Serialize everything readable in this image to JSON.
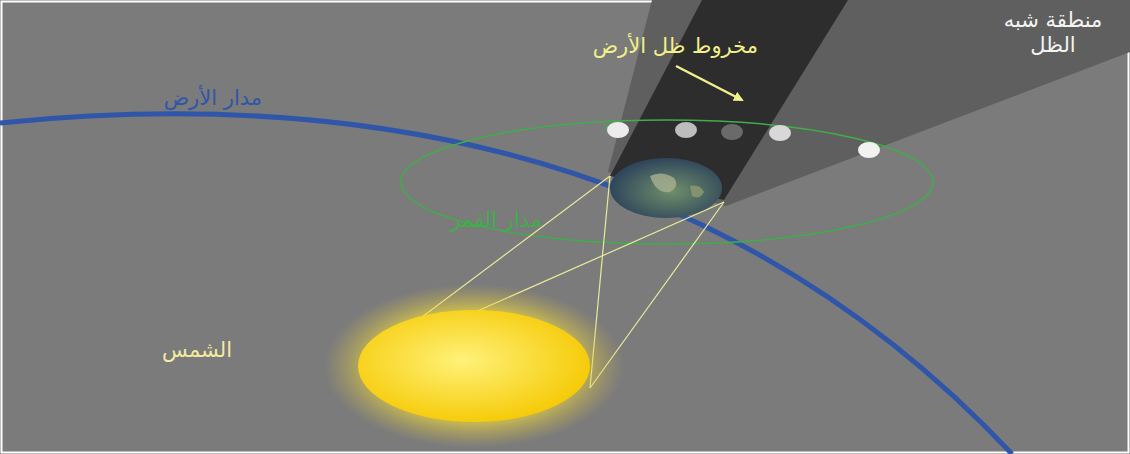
{
  "diagram": {
    "labels": [
      "منطقة شبه الظل",
      "مخروط ظل الأرض",
      "مدار الأرض",
      "مدار القمر",
      "الشمس"
    ]
  }
}
